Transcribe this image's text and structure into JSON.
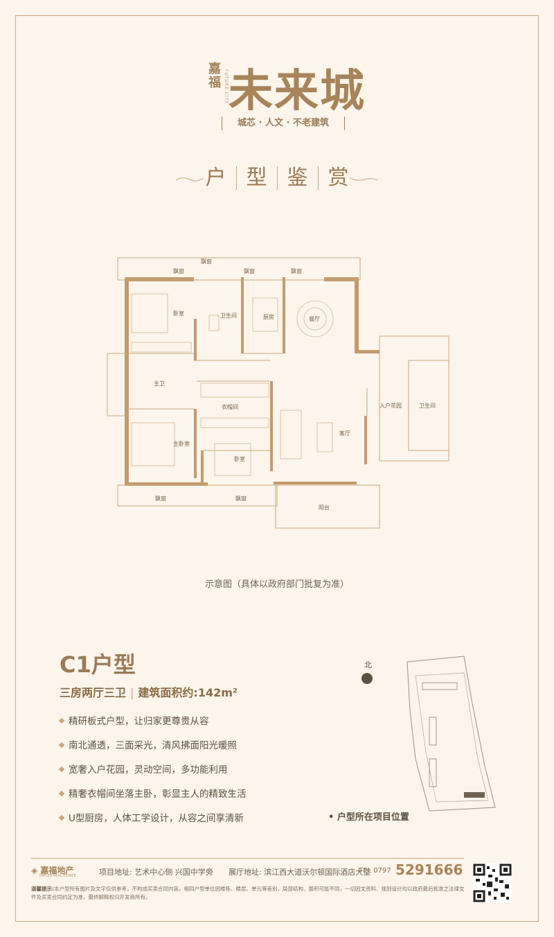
{
  "brand": {
    "prefix": "嘉福",
    "name": "未来城",
    "en": "FUTURE CITY",
    "slogan": "城芯 · 人文 · 不老建筑"
  },
  "section_title": [
    "户",
    "型",
    "鉴",
    "赏"
  ],
  "floorplan": {
    "rooms": {
      "bay1": "飘窗",
      "bay2": "飘窗",
      "bay3": "飘窗",
      "bay4": "飘窗",
      "bay5": "飘窗",
      "bay6": "飘窗",
      "bedroom1": "卧室",
      "bath_small": "卫生间",
      "kitchen": "厨房",
      "dining": "餐厅",
      "master_bath": "主卫",
      "cloakroom": "衣帽间",
      "master_bedroom": "主卧室",
      "bedroom2": "卧室",
      "living": "客厅",
      "entry_garden": "入户花园",
      "bath_right": "卫生间",
      "balcony": "阳台"
    },
    "north": "北"
  },
  "caption": "示意图（具体以政府部门批复为准）",
  "unit": {
    "title": "C1户型",
    "layout": "三房两厅三卫",
    "area_label": "建筑面积约:",
    "area_value": "142m²"
  },
  "features": [
    "精研板式户型，让归家更尊贵从容",
    "南北通透，三面采光，清风拂面阳光暖照",
    "宽奢入户花园，灵动空间，多功能利用",
    "精奢衣帽间坐落主卧，彰显主人的精致生活",
    "U型厨房，人体工学设计，从容之间享清新"
  ],
  "site_label": "户型所在项目位置",
  "footer": {
    "logo": "嘉福地产",
    "logo_en": "JIAFUDI REAL ESTATE",
    "project_addr": "项目地址: 艺术中心侧  兴国中学旁",
    "showroom_addr": "展厅地址: 滨江西大道沃尔顿国际酒店大堂",
    "tel_label": "TEL 0797",
    "tel": "5291666",
    "disclaimer_label": "温馨提示:",
    "disclaimer": "本户型所有图片及文字仅供参考，不构成买卖合同内容。相同户型单位因楼栋、楼层、单元等差别，局部结构、面积可能不同，一切因文资料、规划设计均以政府最后批准之法律文件及买卖合同约定为准，最终解释权归开发商所有。"
  },
  "colors": {
    "accent": "#a78459",
    "bg": "#fbf5ec",
    "text": "#5f5142"
  }
}
